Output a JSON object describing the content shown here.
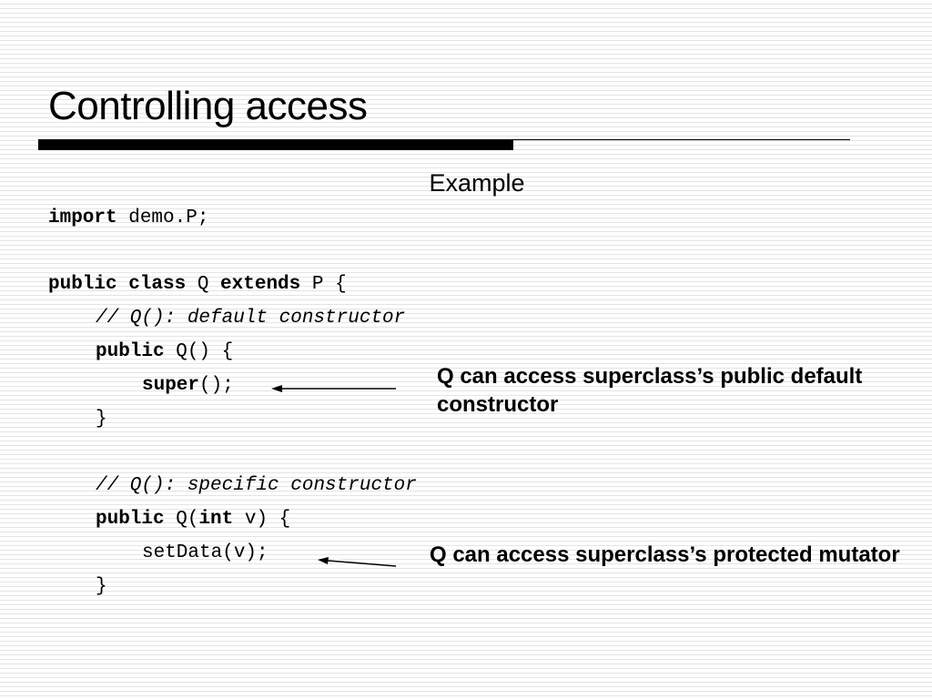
{
  "title": "Controlling access",
  "subtitle": "Example",
  "code": [
    [
      {
        "t": "import",
        "b": true
      },
      {
        "t": " demo.P;"
      }
    ],
    [],
    [
      {
        "t": "public class",
        "b": true
      },
      {
        "t": " Q "
      },
      {
        "t": "extends",
        "b": true
      },
      {
        "t": " P {"
      }
    ],
    [
      {
        "t": "// Q(): default constructor",
        "i": true
      }
    ],
    [
      {
        "t": "public",
        "b": true
      },
      {
        "t": " Q() {"
      }
    ],
    [
      {
        "t": "super",
        "b": true
      },
      {
        "t": "();"
      }
    ],
    [
      {
        "t": "}"
      }
    ],
    [],
    [
      {
        "t": "// Q(): specific constructor",
        "i": true
      }
    ],
    [
      {
        "t": "public",
        "b": true
      },
      {
        "t": " Q("
      },
      {
        "t": "int",
        "b": true
      },
      {
        "t": " v) {"
      }
    ],
    [
      {
        "t": "setData(v);"
      }
    ],
    [
      {
        "t": "}"
      }
    ]
  ],
  "notes": [
    "Q can access superclass’s public default constructor",
    "Q can access superclass’s protected mutator"
  ]
}
